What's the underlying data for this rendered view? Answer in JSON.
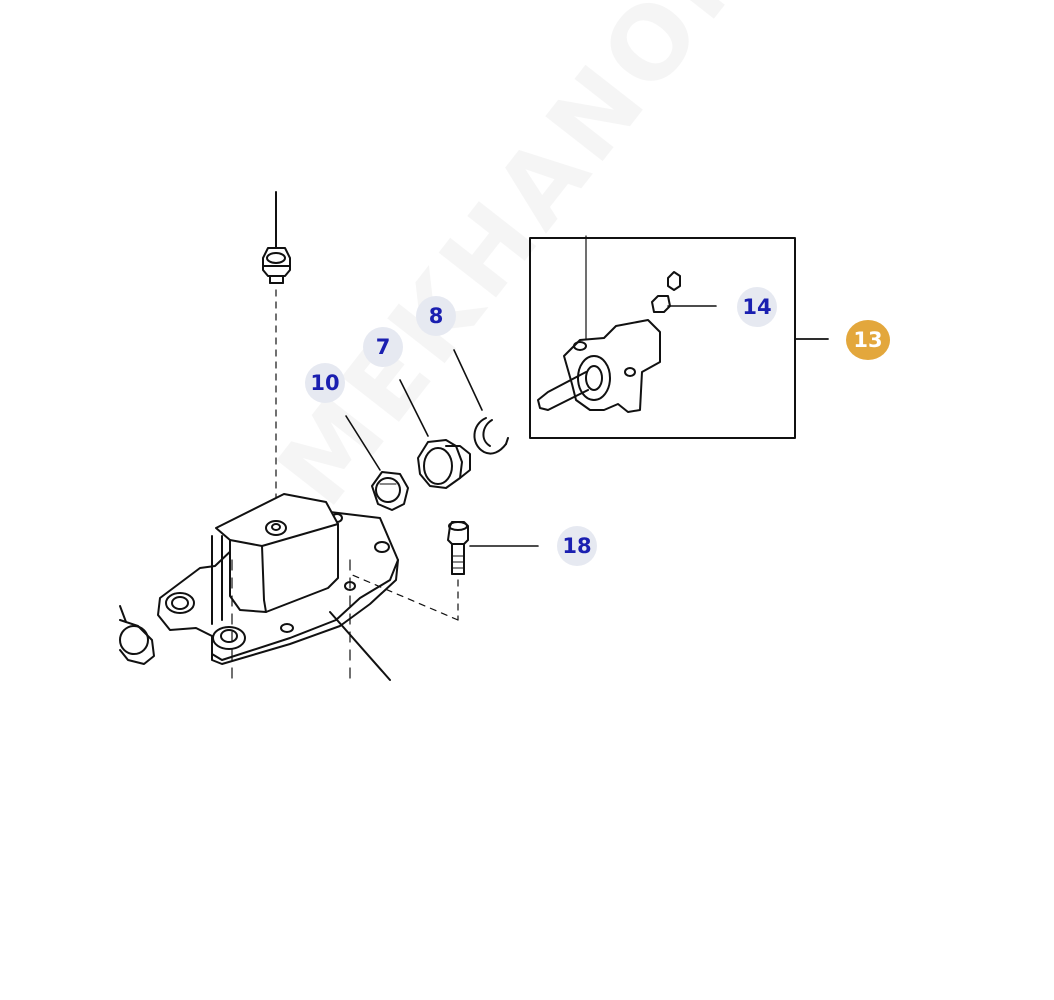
{
  "watermark": "MEKHANON",
  "callouts": {
    "p7": "7",
    "p8": "8",
    "p10": "10",
    "p13": "13",
    "p14": "14",
    "p18": "18"
  },
  "colors": {
    "callout_text": "#1a1fb0",
    "callout_bg": "#e6e9f1",
    "assembly_callout_bg": "#e3a73c",
    "line_art": "#111111"
  }
}
